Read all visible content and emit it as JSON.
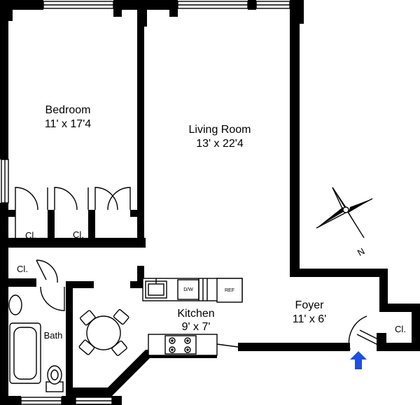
{
  "rooms": {
    "bedroom": {
      "name": "Bedroom",
      "dims": "11' x 17'4"
    },
    "living_room": {
      "name": "Living Room",
      "dims": "13' x 22'4"
    },
    "kitchen": {
      "name": "Kitchen",
      "dims": "9' x 7'"
    },
    "foyer": {
      "name": "Foyer",
      "dims": "11' x 6'"
    },
    "bath": {
      "name": "Bath"
    }
  },
  "closets": {
    "label": "Cl."
  },
  "appliances": {
    "dishwasher": "D/W",
    "refrigerator": "REF"
  },
  "compass": {
    "north_label": "N"
  },
  "colors": {
    "wall": "#000000",
    "entry_arrow": "#1f4fe0"
  },
  "icons": {
    "entry": "entry-arrow-icon",
    "compass": "compass-rose-icon"
  }
}
